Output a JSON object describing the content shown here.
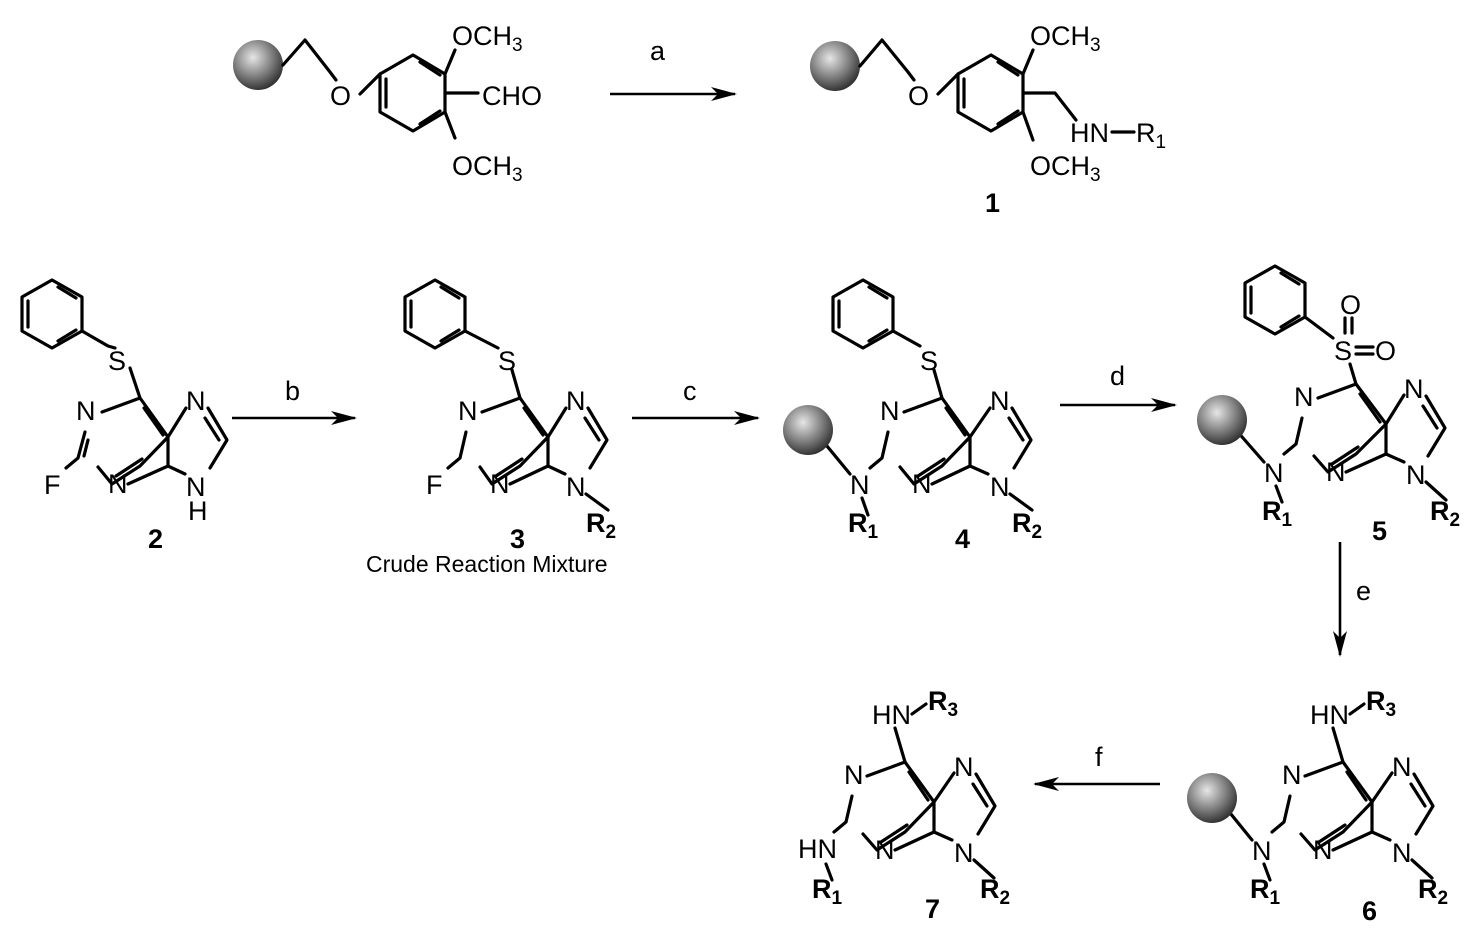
{
  "arrows": {
    "a": "a",
    "b": "b",
    "c": "c",
    "d": "d",
    "e": "e",
    "f": "f"
  },
  "compounds": {
    "c1": "1",
    "c2": "2",
    "c3": "3",
    "c4": "4",
    "c5": "5",
    "c6": "6",
    "c7": "7"
  },
  "note3": "Crude Reaction Mixture",
  "atoms": {
    "S": "S",
    "N": "N",
    "F": "F",
    "H": "H",
    "NH": "HN",
    "O": "O",
    "CHO": "CHO",
    "OCH3": "OCH",
    "sub3": "3",
    "R": "R",
    "one": "1",
    "two": "2",
    "three": "3"
  },
  "colors": {
    "bead_light": "#e6e6e6",
    "bead_dark": "#1a1a1a"
  }
}
